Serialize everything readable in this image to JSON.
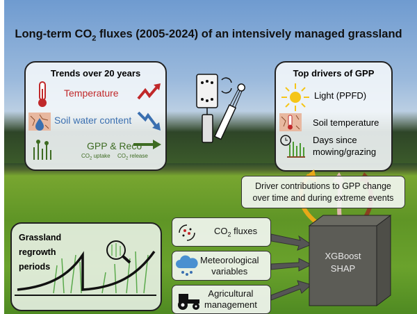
{
  "title": {
    "pre": "Long-term CO",
    "sub": "2",
    "post": " fluxes (2005-2024) of an intensively managed grassland"
  },
  "trends": {
    "heading": "Trends over 20 years",
    "temperature": "Temperature",
    "soil_water": "Soil water content",
    "gpp_reco": "GPP & Reco",
    "co2_uptake": "CO",
    "co2_uptake_post": " uptake",
    "co2_release": "CO",
    "co2_release_post": " release",
    "sub": "2"
  },
  "drivers": {
    "heading": "Top drivers of GPP",
    "items": [
      "Light (PPFD)",
      "Soil temperature",
      "Days since",
      "mowing/grazing"
    ]
  },
  "contributions": {
    "line1": "Driver contributions to GPP change",
    "line2": "over time and during extreme events"
  },
  "regrowth": {
    "line1": "Grassland",
    "line2": "regrowth",
    "line3": "periods"
  },
  "inputs": {
    "co2_pre": "CO",
    "co2_sub": "2",
    "co2_post": " fluxes",
    "meteo1": "Meteorological",
    "meteo2": "variables",
    "agri1": "Agricultural",
    "agri2": "management"
  },
  "model": {
    "line1": "XGBoost",
    "line2": "SHAP"
  },
  "colors": {
    "temperature": "#c0282a",
    "soil_water": "#3a6fb0",
    "gpp": "#3d6b22"
  }
}
